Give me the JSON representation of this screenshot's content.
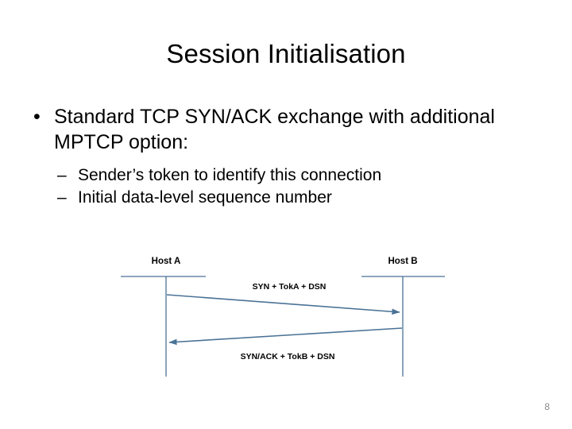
{
  "slide": {
    "title": "Session Initialisation",
    "page_number": "8",
    "background_color": "#ffffff",
    "text_color": "#000000",
    "accent_color": "#4a7296"
  },
  "body": {
    "bullets": [
      {
        "marker": "•",
        "text": "Standard TCP SYN/ACK exchange with additional MPTCP option:",
        "level": 1
      }
    ],
    "sub_bullets": [
      {
        "marker": "–",
        "text": "Sender’s token to identify this connection",
        "level": 2
      },
      {
        "marker": "–",
        "text": "Initial data-level sequence number",
        "level": 2
      }
    ]
  },
  "diagram": {
    "type": "sequence-diagram",
    "line_color": "#4a7296",
    "hosts": [
      {
        "id": "host-a",
        "label": "Host A"
      },
      {
        "id": "host-b",
        "label": "Host B"
      }
    ],
    "messages": [
      {
        "id": "msg-syn",
        "label": "SYN + TokA + DSN",
        "direction": "a-to-b"
      },
      {
        "id": "msg-synack",
        "label": "SYN/ACK + TokB + DSN",
        "direction": "b-to-a"
      }
    ]
  }
}
